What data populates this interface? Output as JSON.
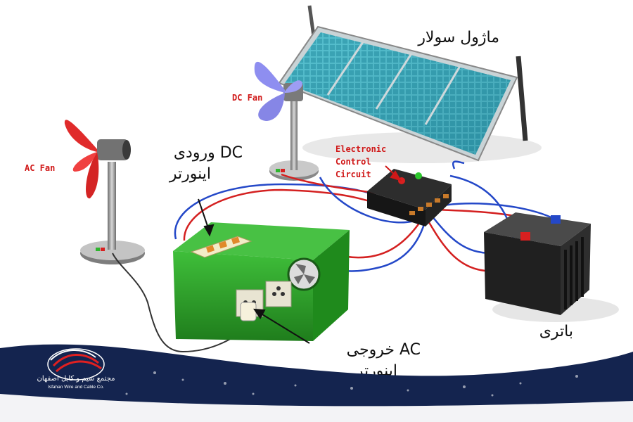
{
  "labels": {
    "solar_module": "ماژول سولار",
    "dc_fan": "DC Fan",
    "ac_fan": "AC Fan",
    "electronic_control": [
      "Electronic",
      "Control",
      "Circuit"
    ],
    "dc_input": [
      "ورودی DC",
      "اینورتر"
    ],
    "ac_output": [
      "خروجی AC",
      "اینورتر"
    ],
    "battery": "باتری"
  },
  "logo": {
    "fa": "مجتمع سیم و کابل اصفهان",
    "en": "Isfahan Wire and Cable Co."
  },
  "colors": {
    "inverter": "#2e9a2a",
    "panel": "#3aa7b8",
    "battery": "#2a2a2a",
    "banner": "#14244f",
    "ac_fan": "#e02b2b",
    "dc_fan": "#8e8ef0",
    "wire_red": "#d42020",
    "wire_blue": "#2448c8"
  }
}
